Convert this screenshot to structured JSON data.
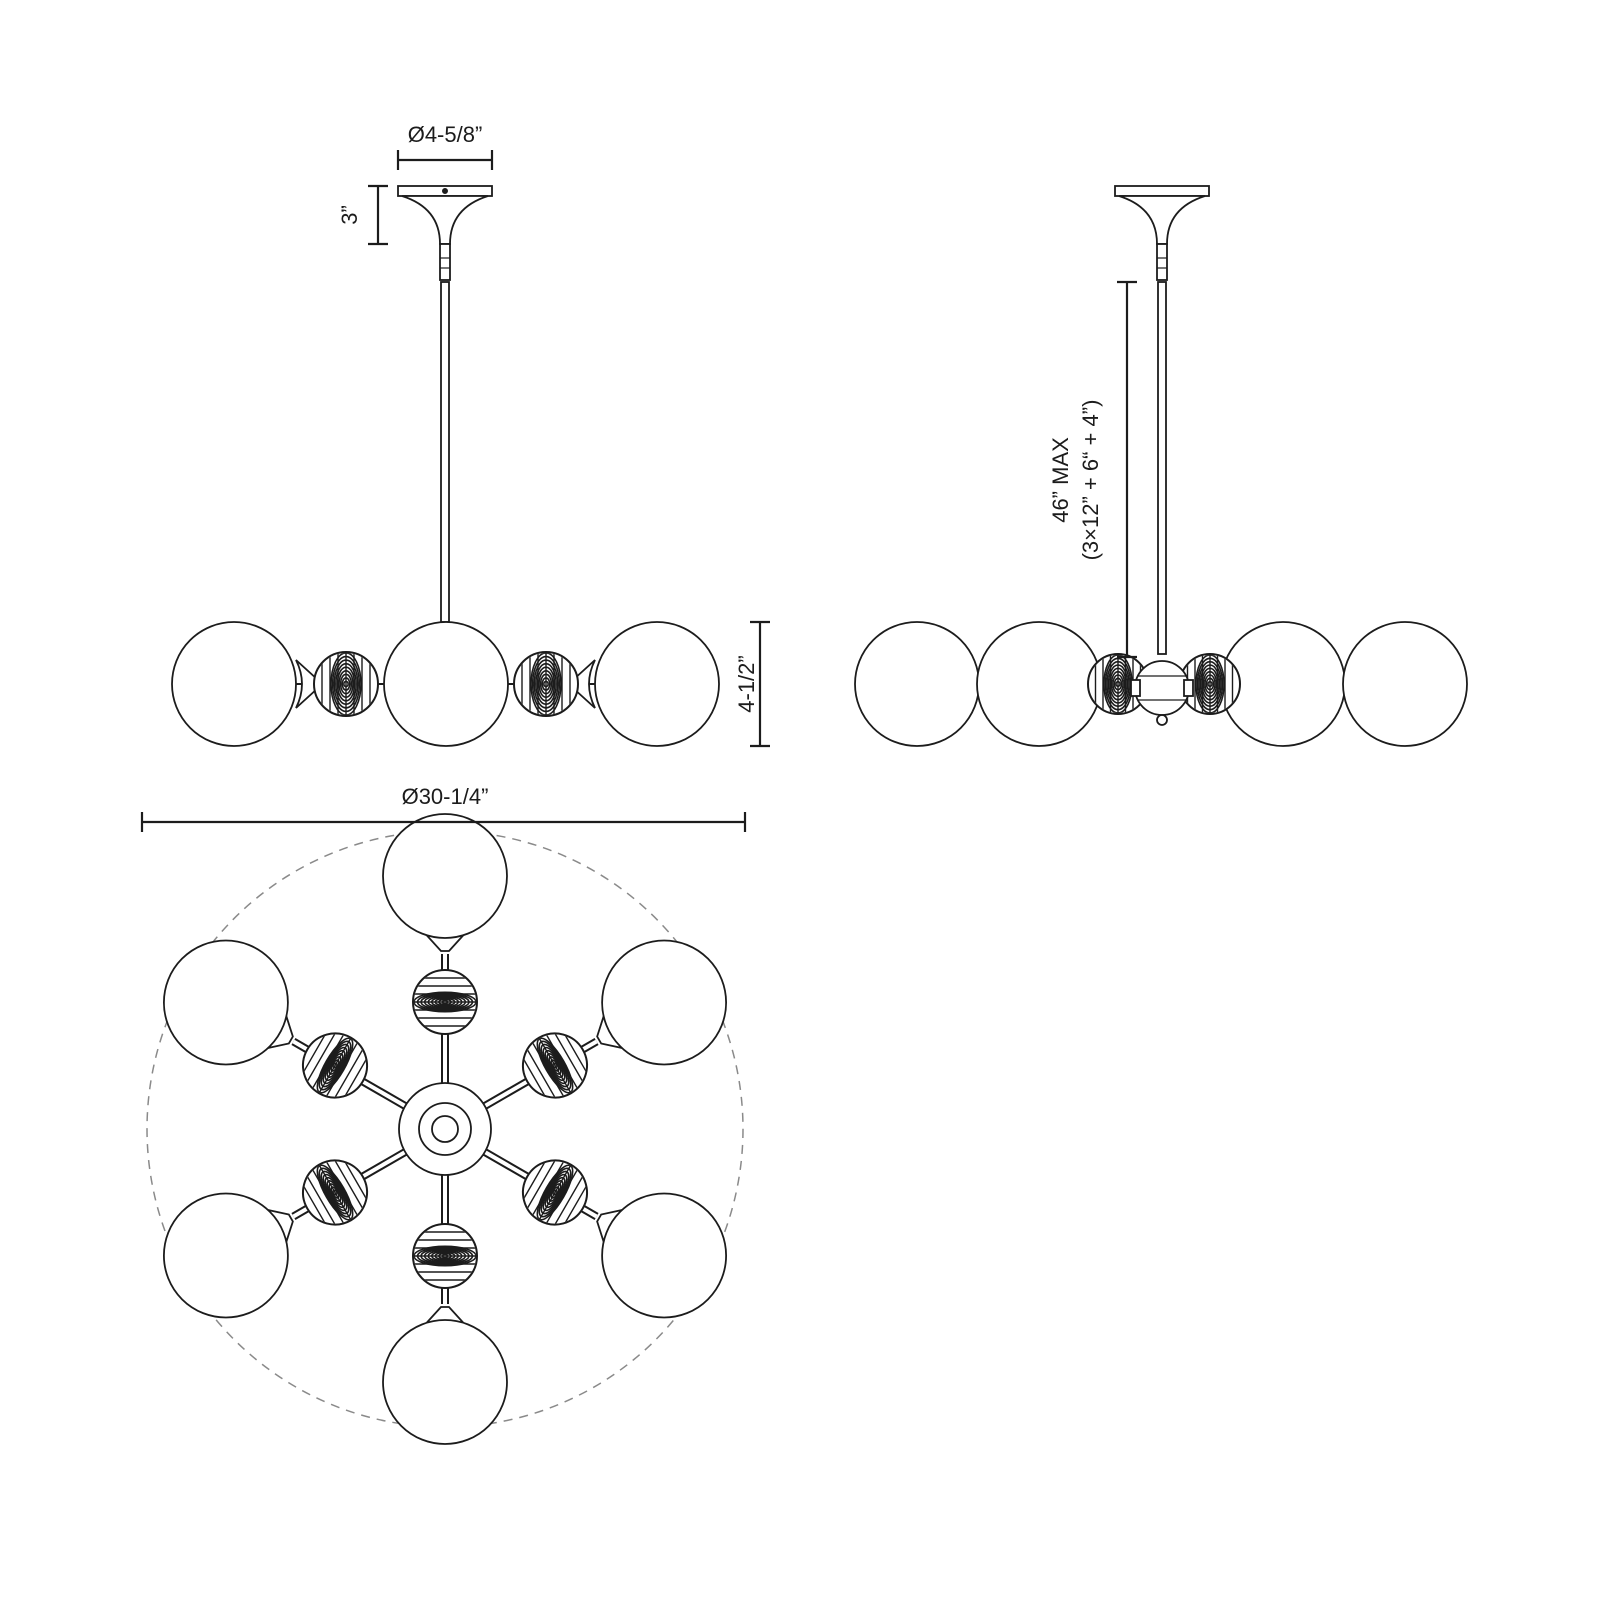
{
  "dimensions": {
    "canopy_diameter": "Ø4-5/8”",
    "canopy_height": "3”",
    "body_height": "4-1/2”",
    "overall_diameter": "Ø30-1/4”",
    "max_height_line1": "46” MAX",
    "max_height_line2": "(3×12” + 6“ + 4”)"
  },
  "colors": {
    "line": "#1c1c1c",
    "dashed_outline": "#8a8a8a",
    "background": "#ffffff"
  }
}
